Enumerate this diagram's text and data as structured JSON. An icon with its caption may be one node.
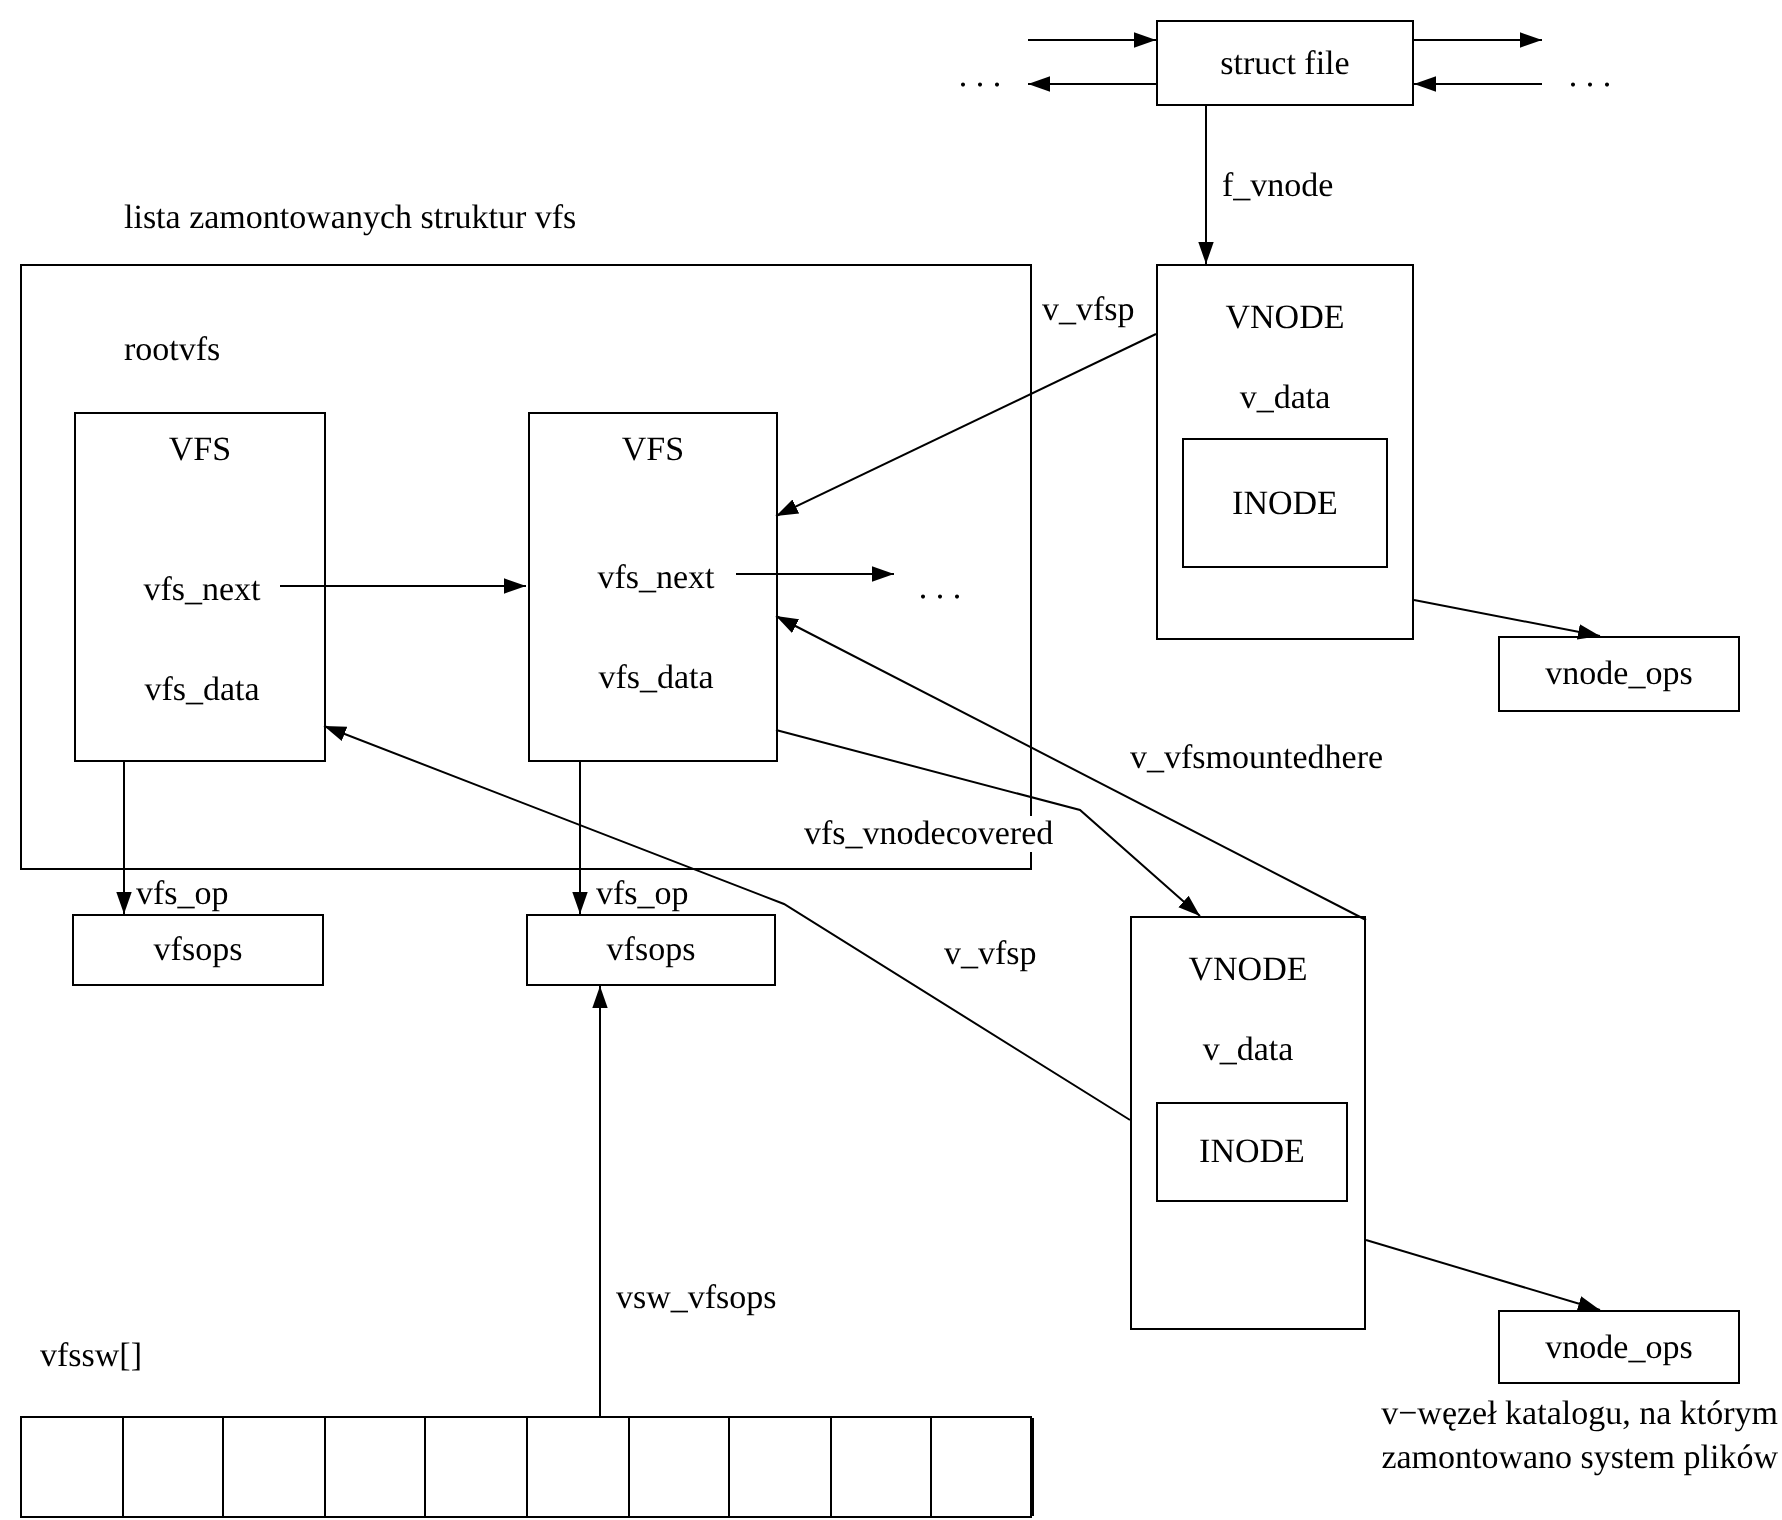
{
  "diagram": {
    "nodes": [
      {
        "text": [
          ". . ."
        ]
      },
      {
        "text": [
          "struct file"
        ]
      },
      {
        "text": [
          ". . ."
        ]
      },
      {
        "text": [
          "lista zamontowanych struktur vfs"
        ]
      },
      {
        "text": [
          "VFS"
        ],
        "beside": [
          "rootvfs"
        ],
        "in": 3
      },
      {
        "text": [
          "vfs_next"
        ],
        "in": 4
      },
      {
        "text": [
          "vfs_data"
        ],
        "in": 4
      },
      {
        "text": [
          "VFS"
        ],
        "in": 3
      },
      {
        "text": [
          "vfs_next"
        ],
        "in": 7
      },
      {
        "text": [
          "vfs_data"
        ],
        "in": 7
      },
      {
        "text": [
          ". . ."
        ],
        "in": 3
      },
      {
        "text": [
          "VNODE",
          "v_data"
        ]
      },
      {
        "text": [
          "INODE"
        ],
        "in": 11
      },
      {
        "text": [
          "vnode_ops"
        ]
      },
      {
        "text": [
          "vfsops"
        ]
      },
      {
        "text": [
          "vfsops"
        ]
      },
      {
        "text": [
          "VNODE",
          "v_data"
        ]
      },
      {
        "text": [
          "INODE"
        ],
        "in": 16
      },
      {
        "text": [
          "vnode_ops"
        ]
      },
      {
        "text": [
          "vfssw[]"
        ]
      },
      {
        "text": [],
        "shape": "box",
        "in": 19
      },
      {
        "text": [],
        "shape": "box",
        "in": 19
      },
      {
        "text": [],
        "shape": "box",
        "in": 19
      },
      {
        "text": [],
        "shape": "box",
        "in": 19
      },
      {
        "text": [],
        "shape": "box",
        "in": 19
      },
      {
        "text": [],
        "shape": "box",
        "in": 19
      },
      {
        "text": [],
        "shape": "box",
        "in": 19
      },
      {
        "text": [],
        "shape": "box",
        "in": 19
      },
      {
        "text": [],
        "shape": "box",
        "in": 19
      },
      {
        "text": [],
        "shape": "box",
        "in": 19
      }
    ],
    "edges": [
      {
        "from": 0,
        "to": 1,
        "arrow": "to"
      },
      {
        "from": 1,
        "to": 0,
        "arrow": "to"
      },
      {
        "from": 1,
        "to": 2,
        "arrow": "to"
      },
      {
        "from": 2,
        "to": 1,
        "arrow": "to"
      },
      {
        "from": 1,
        "to": 11,
        "arrow": "to",
        "label": "f_vnode"
      },
      {
        "from": 11,
        "to": 7,
        "arrow": "to",
        "label": "v_vfsp"
      },
      {
        "from": 11,
        "to": 13,
        "arrow": "to"
      },
      {
        "from": 5,
        "to": 7,
        "arrow": "to"
      },
      {
        "from": 8,
        "to": 10,
        "arrow": "to"
      },
      {
        "from": 4,
        "to": 14,
        "arrow": "to",
        "label": "vfs_op"
      },
      {
        "from": 7,
        "to": 15,
        "arrow": "to",
        "label": "vfs_op"
      },
      {
        "from": 7,
        "to": 16,
        "arrow": "to",
        "label": "vfs_vnodecovered"
      },
      {
        "from": 16,
        "to": 7,
        "arrow": "to",
        "label": "v_vfsmountedhere"
      },
      {
        "from": 16,
        "to": 4,
        "arrow": "to",
        "label": "v_vfsp"
      },
      {
        "from": 16,
        "to": 18,
        "arrow": "to"
      },
      {
        "from": 19,
        "to": 15,
        "arrow": "to",
        "label": "vsw_vfsops"
      }
    ],
    "labels": [
      "v−węzeł katalogu, na którym zamontowano system plików"
    ]
  }
}
